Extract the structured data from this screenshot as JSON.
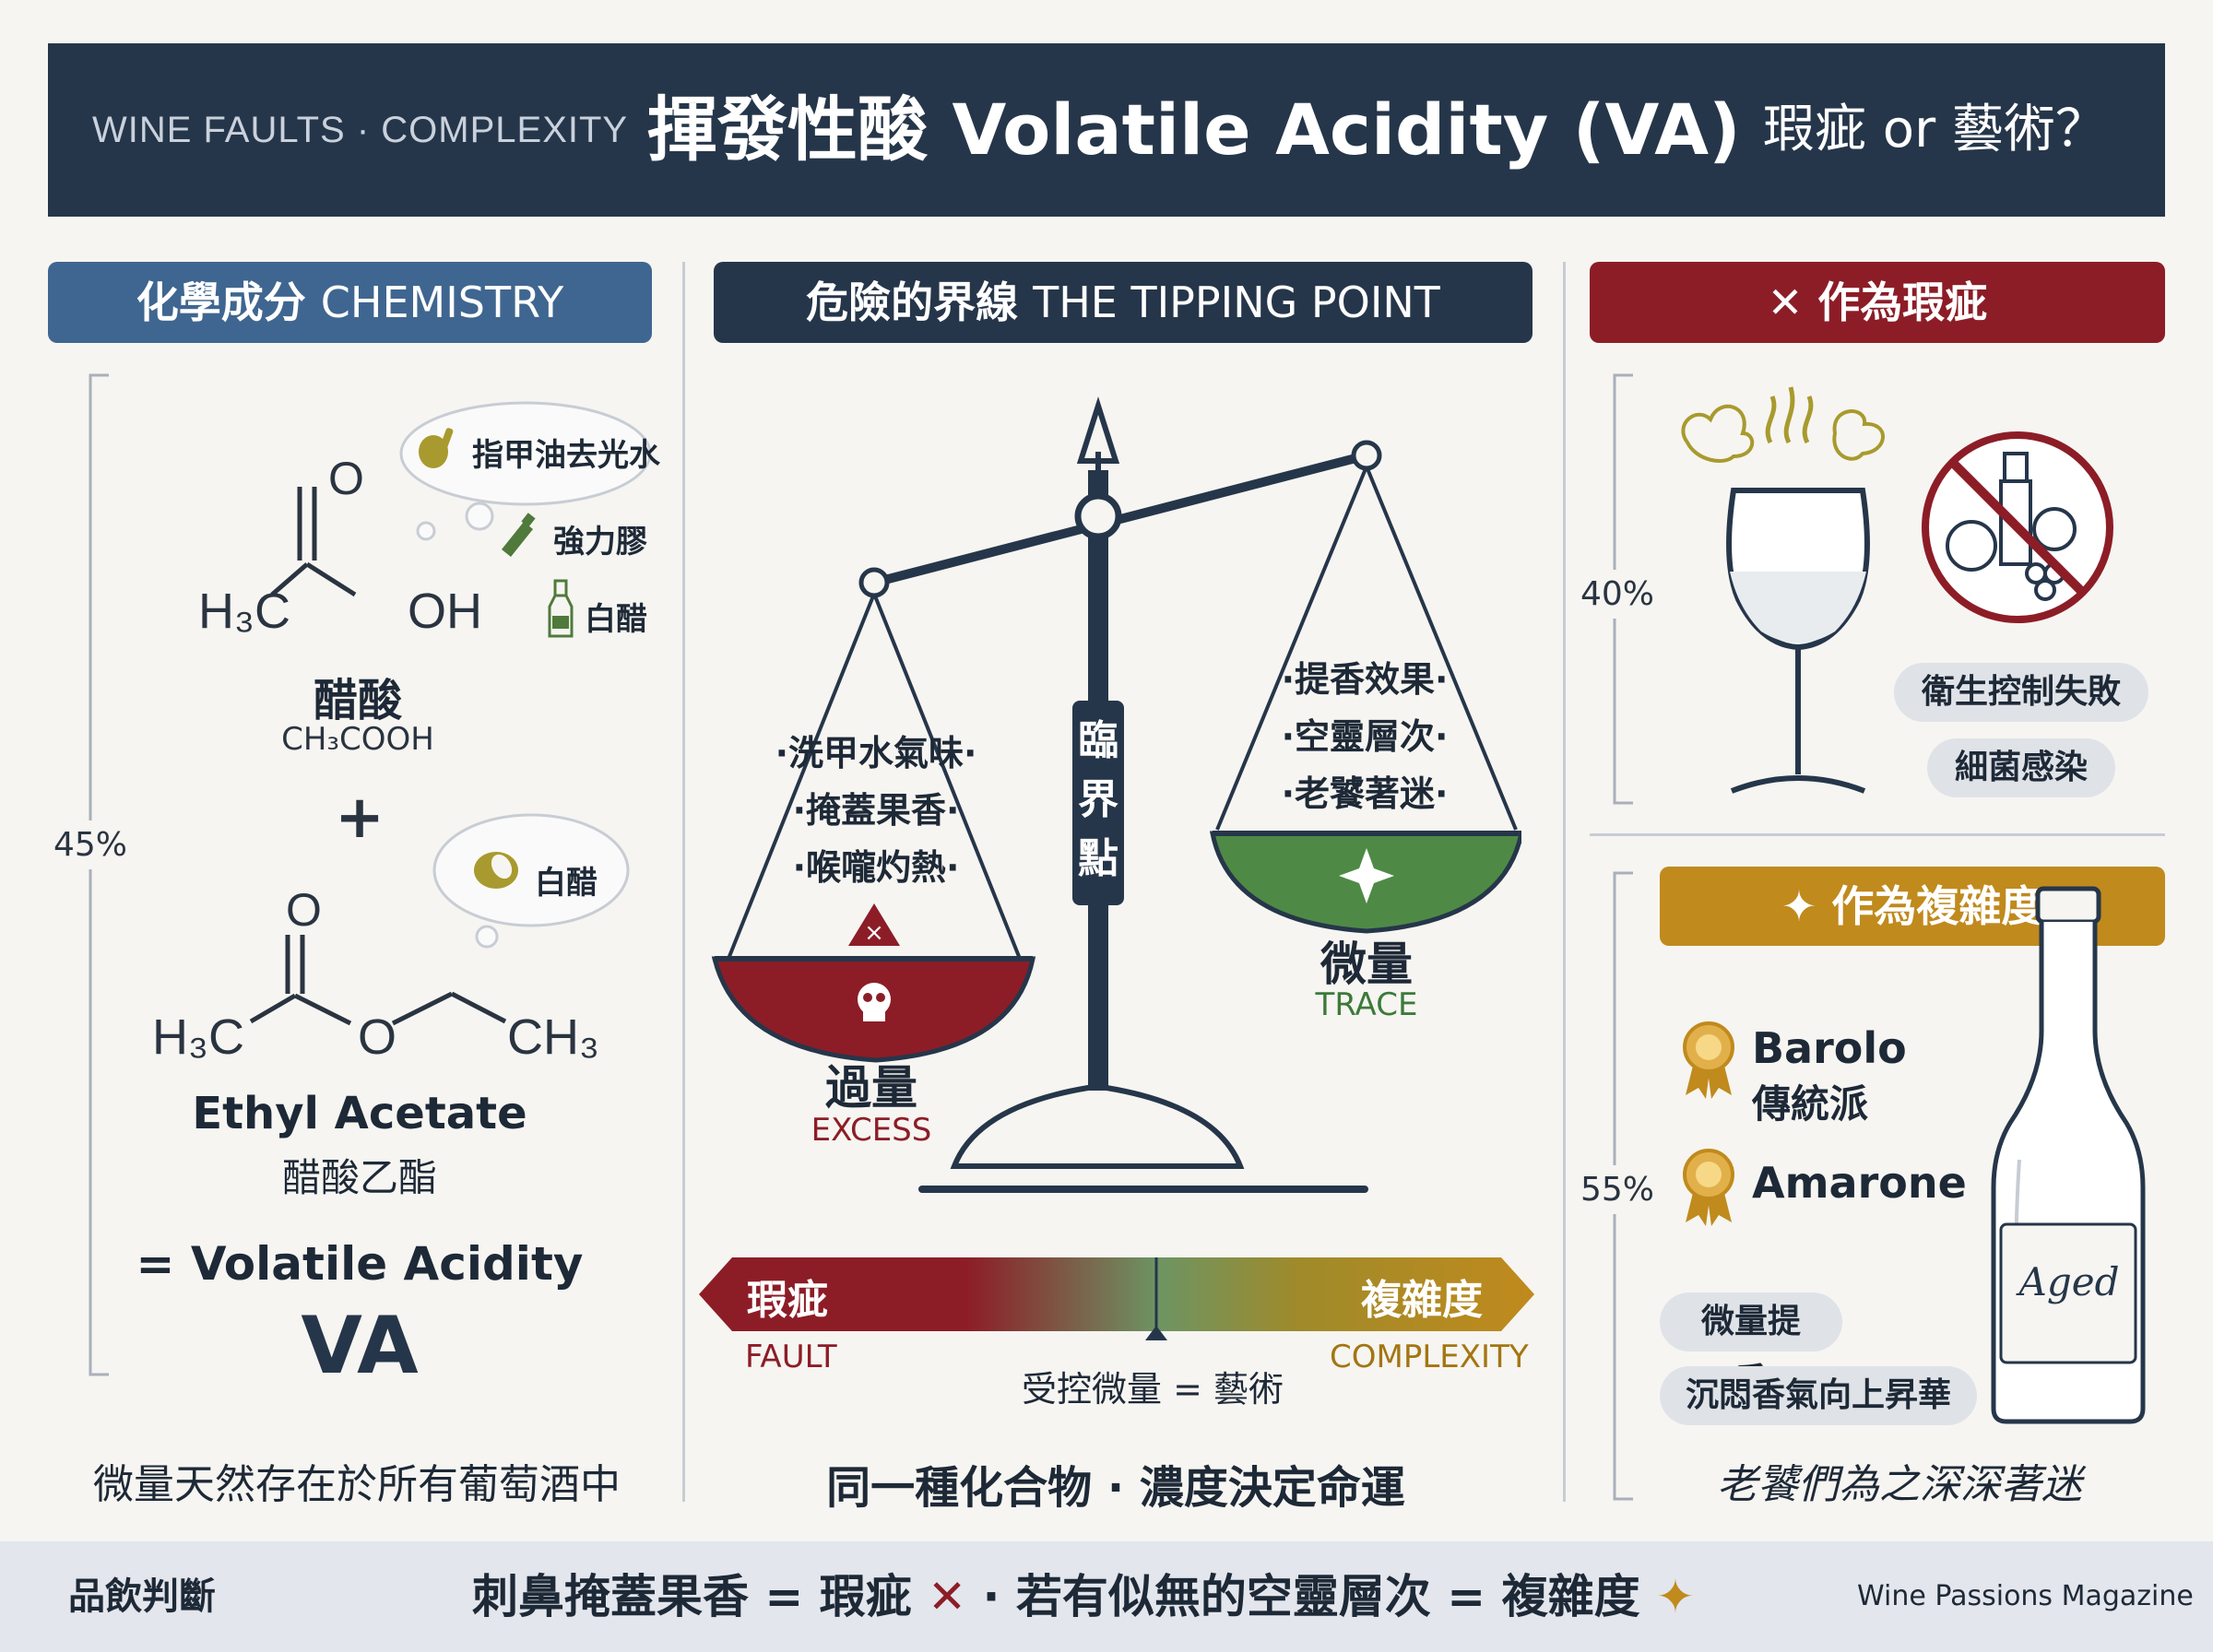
{
  "header": {
    "tag": "WINE FAULTS · COMPLEXITY",
    "title": "揮發性酸 Volatile Acidity (VA)",
    "question": "瑕疵 or 藝術？"
  },
  "chemistry": {
    "pill_cn": "化學成分",
    "pill_en": "CHEMISTRY",
    "bracket_label": "45%",
    "acetic": {
      "atom_o": "O",
      "atom_h3c": "H₃C",
      "atom_oh": "OH",
      "name_cn": "醋酸",
      "formula": "CH₃COOH",
      "aromas": [
        "指甲油去光水",
        "強力膠",
        "白醋"
      ]
    },
    "plus": "+",
    "ethyl": {
      "atom_o_top": "O",
      "atom_h3c": "H₃C",
      "atom_o": "O",
      "atom_ch3": "CH₃",
      "name_en": "Ethyl Acetate",
      "name_cn": "醋酸乙酯",
      "aroma": "白醋"
    },
    "equals": "= Volatile Acidity",
    "va": "VA",
    "caption": "微量天然存在於所有葡萄酒中"
  },
  "tipping": {
    "pill_cn": "危險的界線",
    "pill_en": "THE TIPPING POINT",
    "pillar_label": [
      "臨",
      "界",
      "點"
    ],
    "excess_items": [
      "·洗甲水氣味·",
      "·掩蓋果香·",
      "·喉嚨灼熱·"
    ],
    "excess_cn": "過量",
    "excess_en": "EXCESS",
    "trace_items": [
      "·提香效果·",
      "·空靈層次·",
      "·老饕著迷·"
    ],
    "trace_cn": "微量",
    "trace_en": "TRACE",
    "scale_left_cn": "瑕疵",
    "scale_right_cn": "複雜度",
    "scale_left_en": "FAULT",
    "scale_right_en": "COMPLEXITY",
    "scale_marker": "受控微量 = 藝術",
    "caption": "同一種化合物 · 濃度決定命運"
  },
  "fault": {
    "pill": "✕ 作為瑕疵",
    "bracket_label": "40%",
    "chips": [
      "衛生控制失敗",
      "細菌感染"
    ]
  },
  "complexity": {
    "pill": "✦ 作為複雜度",
    "bracket_label": "55%",
    "wines": [
      {
        "name": "Barolo",
        "sub": "傳統派"
      },
      {
        "name": "Amarone",
        "sub": ""
      }
    ],
    "bottle_label": "Aged",
    "chips": [
      "微量提香",
      "沉悶香氣向上昇華"
    ],
    "caption": "老饕們為之深深著迷"
  },
  "footer": {
    "label": "品飲判斷",
    "verdict_left": "刺鼻掩蓋果香 = 瑕疵",
    "verdict_mid": "· 若有似無的空靈層次 = 複雜度",
    "brand": "Wine Passions Magazine"
  },
  "colors": {
    "navy": "#26364a",
    "blue": "#3f6690",
    "wine_red": "#8c1d27",
    "gold": "#c08a1d",
    "green": "#3c7a3a"
  }
}
